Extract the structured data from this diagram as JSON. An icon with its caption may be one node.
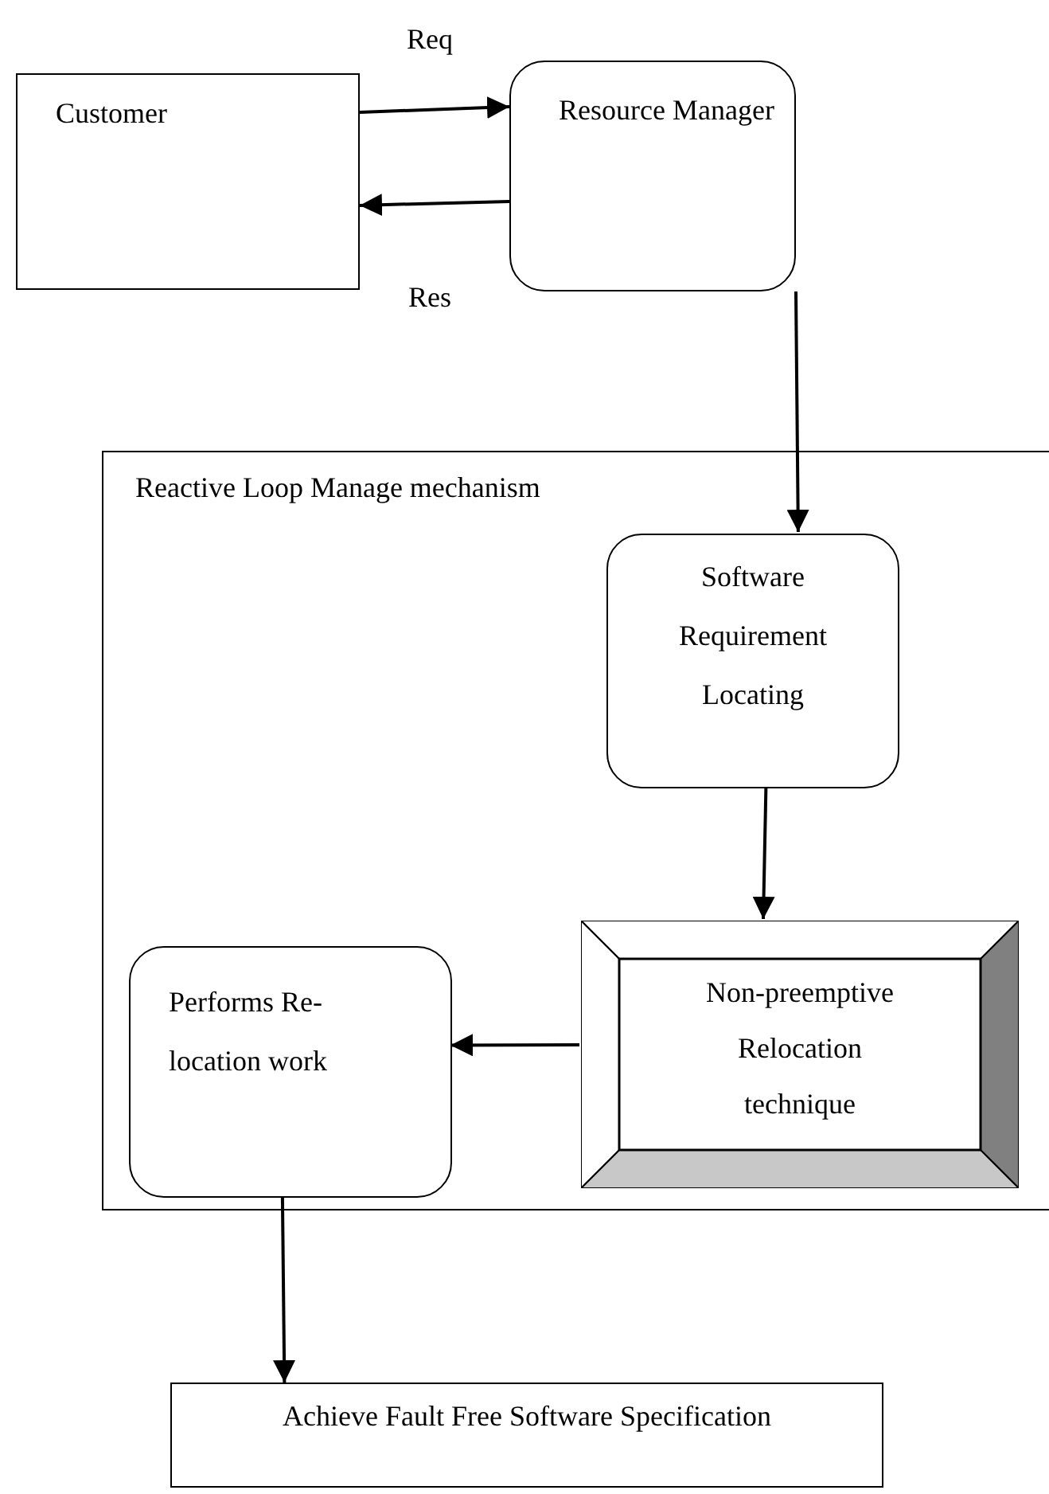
{
  "diagram": {
    "nodes": [
      {
        "text": [
          "Customer"
        ]
      },
      {
        "text": [
          "Resource Manager"
        ]
      },
      {
        "text": [
          "Reactive Loop Manage mechanism"
        ]
      },
      {
        "text": [
          "Software Requirement Locating"
        ],
        "in": 2
      },
      {
        "text": [
          "Non-preemptive Relocation technique"
        ],
        "in": 2
      },
      {
        "text": [
          "Performs Re-location work"
        ],
        "in": 2
      },
      {
        "text": [
          "Achieve Fault Free Software Specification"
        ]
      }
    ],
    "edges": [
      {
        "from": 0,
        "to": 1,
        "arrow": "to",
        "label": "Req"
      },
      {
        "from": 1,
        "to": 0,
        "arrow": "to",
        "label": "Res"
      },
      {
        "from": 1,
        "to": 3,
        "arrow": "to"
      },
      {
        "from": 3,
        "to": 4,
        "arrow": "to"
      },
      {
        "from": 4,
        "to": 5,
        "arrow": "to"
      },
      {
        "from": 5,
        "to": 6,
        "arrow": "to"
      }
    ]
  }
}
